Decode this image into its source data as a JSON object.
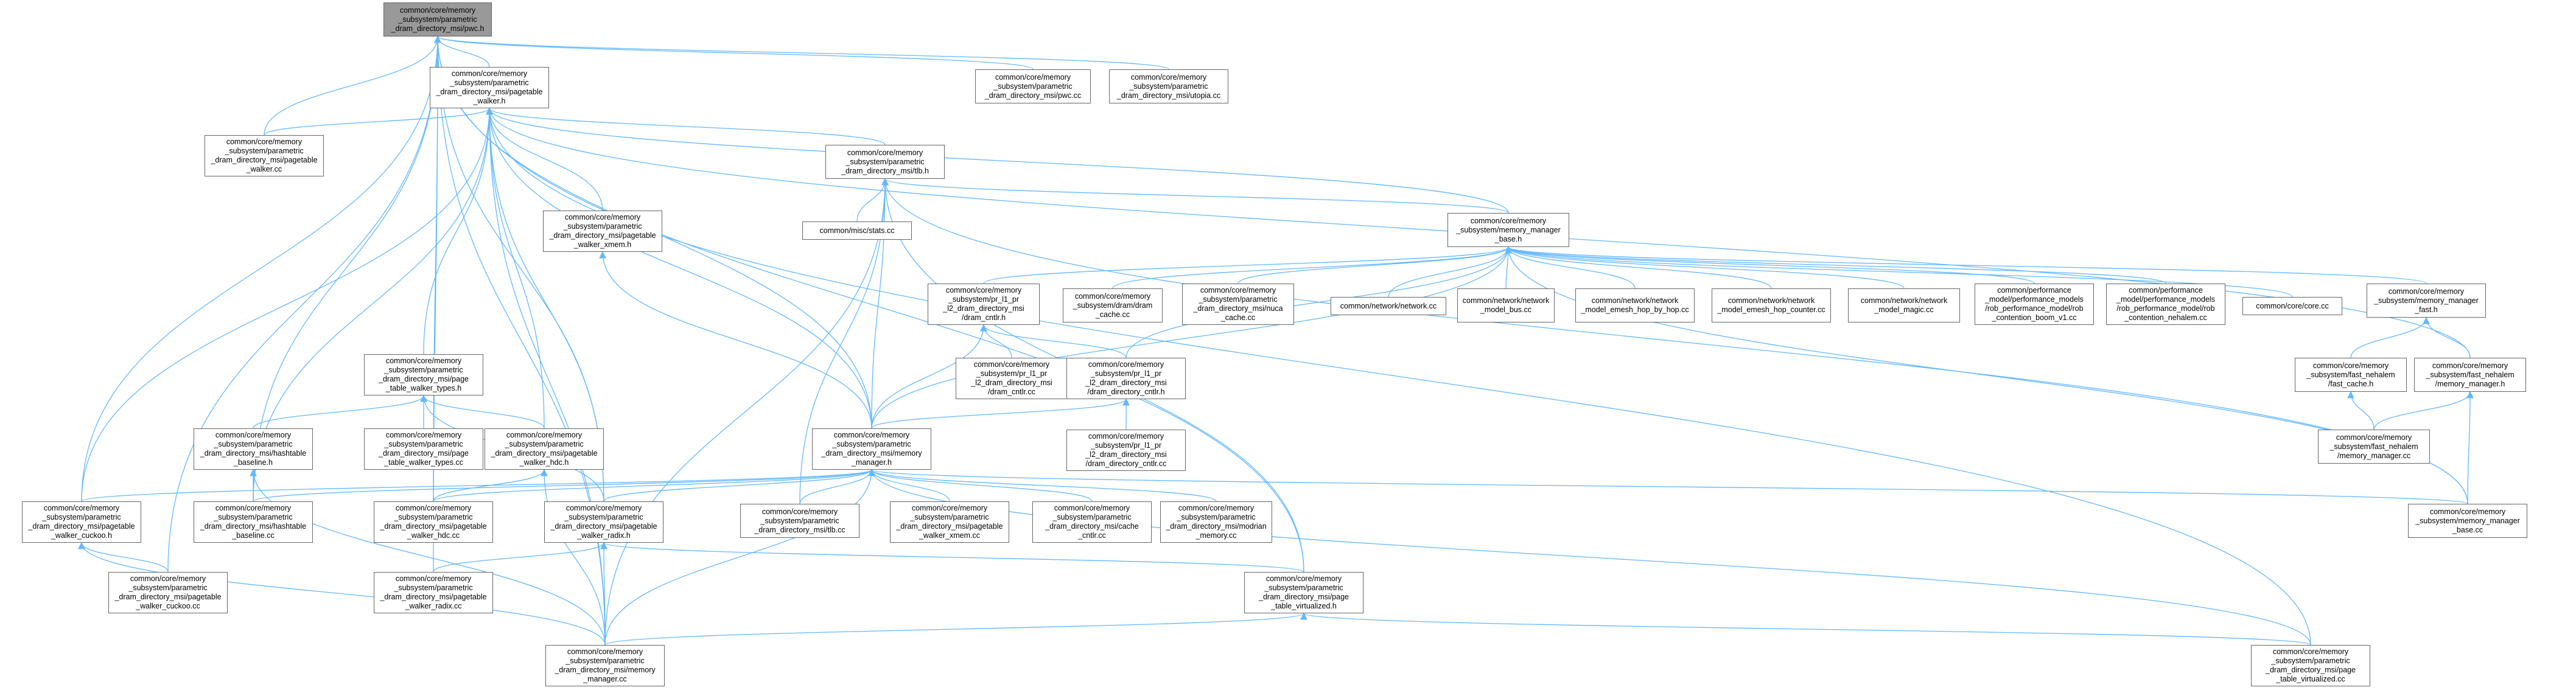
{
  "theme": {
    "edge_color": "#63b8ff",
    "root_fill": "#999999",
    "node_border": "#666666"
  },
  "nodes": [
    {
      "id": "pwc_h",
      "label": "common/core/memory\n_subsystem/parametric\n_dram_directory_msi/pwc.h",
      "root": true
    },
    {
      "id": "pagetable_walker_h",
      "label": "common/core/memory\n_subsystem/parametric\n_dram_directory_msi/pagetable\n_walker.h"
    },
    {
      "id": "pwc_cc",
      "label": "common/core/memory\n_subsystem/parametric\n_dram_directory_msi/pwc.cc"
    },
    {
      "id": "utopia_cc",
      "label": "common/core/memory\n_subsystem/parametric\n_dram_directory_msi/utopia.cc"
    },
    {
      "id": "pagetable_walker_cc",
      "label": "common/core/memory\n_subsystem/parametric\n_dram_directory_msi/pagetable\n_walker.cc"
    },
    {
      "id": "tlb_h",
      "label": "common/core/memory\n_subsystem/parametric\n_dram_directory_msi/tlb.h"
    },
    {
      "id": "stats_cc",
      "label": "common/misc/stats.cc"
    },
    {
      "id": "pagetable_walker_xmem_h",
      "label": "common/core/memory\n_subsystem/parametric\n_dram_directory_msi/pagetable\n_walker_xmem.h"
    },
    {
      "id": "memory_manager_base_h",
      "label": "common/core/memory\n_subsystem/memory_manager\n_base.h"
    },
    {
      "id": "pr_l1_dram_cntlr_h",
      "label": "common/core/memory\n_subsystem/pr_l1_pr\n_l2_dram_directory_msi\n/dram_cntlr.h"
    },
    {
      "id": "dram_cache_cc",
      "label": "common/core/memory\n_subsystem/dram/dram\n_cache.cc"
    },
    {
      "id": "nuca_cache_cc",
      "label": "common/core/memory\n_subsystem/parametric\n_dram_directory_msi/nuca\n_cache.cc"
    },
    {
      "id": "network_cc",
      "label": "common/network/network.cc"
    },
    {
      "id": "network_model_bus_cc",
      "label": "common/network/network\n_model_bus.cc"
    },
    {
      "id": "network_model_emesh_hop_by_hop_cc",
      "label": "common/network/network\n_model_emesh_hop_by_hop.cc"
    },
    {
      "id": "network_model_emesh_hop_counter_cc",
      "label": "common/network/network\n_model_emesh_hop_counter.cc"
    },
    {
      "id": "network_model_magic_cc",
      "label": "common/network/network\n_model_magic.cc"
    },
    {
      "id": "rob_contention_boom_v1_cc",
      "label": "common/performance\n_model/performance_models\n/rob_performance_model/rob\n_contention_boom_v1.cc"
    },
    {
      "id": "rob_contention_nehalem_cc",
      "label": "common/performance\n_model/performance_models\n/rob_performance_model/rob\n_contention_nehalem.cc"
    },
    {
      "id": "core_cc",
      "label": "common/core/core.cc"
    },
    {
      "id": "memory_manager_fast_h",
      "label": "common/core/memory\n_subsystem/memory_manager\n_fast.h"
    },
    {
      "id": "pr_l1_dram_cntlr_cc",
      "label": "common/core/memory\n_subsystem/pr_l1_pr\n_l2_dram_directory_msi\n/dram_cntlr.cc"
    },
    {
      "id": "dram_directory_cntlr_h",
      "label": "common/core/memory\n_subsystem/pr_l1_pr\n_l2_dram_directory_msi\n/dram_directory_cntlr.h"
    },
    {
      "id": "dram_directory_cntlr_cc",
      "label": "common/core/memory\n_subsystem/pr_l1_pr\n_l2_dram_directory_msi\n/dram_directory_cntlr.cc"
    },
    {
      "id": "fast_cache_h",
      "label": "common/core/memory\n_subsystem/fast_nehalem\n/fast_cache.h"
    },
    {
      "id": "fast_memory_manager_h",
      "label": "common/core/memory\n_subsystem/fast_nehalem\n/memory_manager.h"
    },
    {
      "id": "fast_memory_manager_cc",
      "label": "common/core/memory\n_subsystem/fast_nehalem\n/memory_manager.cc"
    },
    {
      "id": "memory_manager_base_cc",
      "label": "common/core/memory\n_subsystem/memory_manager\n_base.cc"
    },
    {
      "id": "page_table_walker_types_h",
      "label": "common/core/memory\n_subsystem/parametric\n_dram_directory_msi/page\n_table_walker_types.h"
    },
    {
      "id": "hashtable_baseline_h",
      "label": "common/core/memory\n_subsystem/parametric\n_dram_directory_msi/hashtable\n_baseline.h"
    },
    {
      "id": "page_table_walker_types_cc",
      "label": "common/core/memory\n_subsystem/parametric\n_dram_directory_msi/page\n_table_walker_types.cc"
    },
    {
      "id": "pagetable_walker_hdc_h",
      "label": "common/core/memory\n_subsystem/parametric\n_dram_directory_msi/pagetable\n_walker_hdc.h"
    },
    {
      "id": "pmsi_memory_manager_h",
      "label": "common/core/memory\n_subsystem/parametric\n_dram_directory_msi/memory\n_manager.h"
    },
    {
      "id": "pagetable_walker_cuckoo_h",
      "label": "common/core/memory\n_subsystem/parametric\n_dram_directory_msi/pagetable\n_walker_cuckoo.h"
    },
    {
      "id": "hashtable_baseline_cc",
      "label": "common/core/memory\n_subsystem/parametric\n_dram_directory_msi/hashtable\n_baseline.cc"
    },
    {
      "id": "pagetable_walker_hdc_cc",
      "label": "common/core/memory\n_subsystem/parametric\n_dram_directory_msi/pagetable\n_walker_hdc.cc"
    },
    {
      "id": "pagetable_walker_radix_h",
      "label": "common/core/memory\n_subsystem/parametric\n_dram_directory_msi/pagetable\n_walker_radix.h"
    },
    {
      "id": "tlb_cc",
      "label": "common/core/memory\n_subsystem/parametric\n_dram_directory_msi/tlb.cc"
    },
    {
      "id": "pagetable_walker_xmem_cc",
      "label": "common/core/memory\n_subsystem/parametric\n_dram_directory_msi/pagetable\n_walker_xmem.cc"
    },
    {
      "id": "cache_cntlr_cc",
      "label": "common/core/memory\n_subsystem/parametric\n_dram_directory_msi/cache\n_cntlr.cc"
    },
    {
      "id": "modrian_memory_cc",
      "label": "common/core/memory\n_subsystem/parametric\n_dram_directory_msi/modrian\n_memory.cc"
    },
    {
      "id": "pagetable_walker_cuckoo_cc",
      "label": "common/core/memory\n_subsystem/parametric\n_dram_directory_msi/pagetable\n_walker_cuckoo.cc"
    },
    {
      "id": "pagetable_walker_radix_cc",
      "label": "common/core/memory\n_subsystem/parametric\n_dram_directory_msi/pagetable\n_walker_radix.cc"
    },
    {
      "id": "page_table_virtualized_h",
      "label": "common/core/memory\n_subsystem/parametric\n_dram_directory_msi/page\n_table_virtualized.h"
    },
    {
      "id": "pmsi_memory_manager_cc",
      "label": "common/core/memory\n_subsystem/parametric\n_dram_directory_msi/memory\n_manager.cc"
    },
    {
      "id": "page_table_virtualized_cc",
      "label": "common/core/memory\n_subsystem/parametric\n_dram_directory_msi/page\n_table_virtualized.cc"
    }
  ],
  "edges": [
    [
      "pagetable_walker_h",
      "pwc_h"
    ],
    [
      "pwc_cc",
      "pwc_h"
    ],
    [
      "utopia_cc",
      "pwc_h"
    ],
    [
      "pagetable_walker_cc",
      "pwc_h"
    ],
    [
      "pmsi_memory_manager_h",
      "pwc_h"
    ],
    [
      "pagetable_walker_cuckoo_h",
      "pwc_h"
    ],
    [
      "hashtable_baseline_cc",
      "pwc_h"
    ],
    [
      "pagetable_walker_hdc_cc",
      "pwc_h"
    ],
    [
      "pagetable_walker_radix_h",
      "pwc_h"
    ],
    [
      "pmsi_memory_manager_cc",
      "pwc_h"
    ],
    [
      "pagetable_walker_cuckoo_cc",
      "pwc_h"
    ],
    [
      "pagetable_walker_radix_cc",
      "pwc_h"
    ],
    [
      "page_table_virtualized_h",
      "pwc_h"
    ],
    [
      "pagetable_walker_cc",
      "pagetable_walker_h"
    ],
    [
      "tlb_h",
      "pagetable_walker_h"
    ],
    [
      "pagetable_walker_xmem_h",
      "pagetable_walker_h"
    ],
    [
      "memory_manager_base_h",
      "pagetable_walker_h"
    ],
    [
      "page_table_walker_types_h",
      "pagetable_walker_h"
    ],
    [
      "pagetable_walker_hdc_h",
      "pagetable_walker_h"
    ],
    [
      "pmsi_memory_manager_h",
      "pagetable_walker_h"
    ],
    [
      "pagetable_walker_cuckoo_h",
      "pagetable_walker_h"
    ],
    [
      "hashtable_baseline_cc",
      "pagetable_walker_h"
    ],
    [
      "pagetable_walker_radix_h",
      "pagetable_walker_h"
    ],
    [
      "pmsi_memory_manager_cc",
      "pagetable_walker_h"
    ],
    [
      "fast_memory_manager_h",
      "pagetable_walker_h"
    ],
    [
      "page_table_virtualized_cc",
      "pagetable_walker_h"
    ],
    [
      "stats_cc",
      "tlb_h"
    ],
    [
      "memory_manager_base_h",
      "tlb_h"
    ],
    [
      "pmsi_memory_manager_h",
      "tlb_h"
    ],
    [
      "tlb_cc",
      "tlb_h"
    ],
    [
      "pmsi_memory_manager_cc",
      "tlb_h"
    ],
    [
      "page_table_virtualized_h",
      "tlb_h"
    ],
    [
      "memory_manager_base_cc",
      "tlb_h"
    ],
    [
      "pmsi_memory_manager_h",
      "pagetable_walker_xmem_h"
    ],
    [
      "pr_l1_dram_cntlr_h",
      "memory_manager_base_h"
    ],
    [
      "dram_cache_cc",
      "memory_manager_base_h"
    ],
    [
      "nuca_cache_cc",
      "memory_manager_base_h"
    ],
    [
      "network_cc",
      "memory_manager_base_h"
    ],
    [
      "network_model_bus_cc",
      "memory_manager_base_h"
    ],
    [
      "network_model_emesh_hop_by_hop_cc",
      "memory_manager_base_h"
    ],
    [
      "network_model_emesh_hop_counter_cc",
      "memory_manager_base_h"
    ],
    [
      "network_model_magic_cc",
      "memory_manager_base_h"
    ],
    [
      "rob_contention_boom_v1_cc",
      "memory_manager_base_h"
    ],
    [
      "rob_contention_nehalem_cc",
      "memory_manager_base_h"
    ],
    [
      "core_cc",
      "memory_manager_base_h"
    ],
    [
      "memory_manager_fast_h",
      "memory_manager_base_h"
    ],
    [
      "dram_directory_cntlr_h",
      "memory_manager_base_h"
    ],
    [
      "pmsi_memory_manager_h",
      "memory_manager_base_h"
    ],
    [
      "memory_manager_base_cc",
      "memory_manager_base_h"
    ],
    [
      "pr_l1_dram_cntlr_cc",
      "pr_l1_dram_cntlr_h"
    ],
    [
      "dram_directory_cntlr_h",
      "pr_l1_dram_cntlr_h"
    ],
    [
      "pmsi_memory_manager_h",
      "pr_l1_dram_cntlr_h"
    ],
    [
      "dram_directory_cntlr_cc",
      "dram_directory_cntlr_h"
    ],
    [
      "pmsi_memory_manager_h",
      "dram_directory_cntlr_h"
    ],
    [
      "fast_cache_h",
      "memory_manager_fast_h"
    ],
    [
      "fast_memory_manager_h",
      "memory_manager_fast_h"
    ],
    [
      "fast_memory_manager_cc",
      "fast_cache_h"
    ],
    [
      "fast_memory_manager_cc",
      "fast_memory_manager_h"
    ],
    [
      "memory_manager_base_cc",
      "fast_memory_manager_h"
    ],
    [
      "hashtable_baseline_h",
      "page_table_walker_types_h"
    ],
    [
      "page_table_walker_types_cc",
      "page_table_walker_types_h"
    ],
    [
      "pagetable_walker_hdc_h",
      "page_table_walker_types_h"
    ],
    [
      "pagetable_walker_radix_h",
      "page_table_walker_types_h"
    ],
    [
      "hashtable_baseline_cc",
      "hashtable_baseline_h"
    ],
    [
      "pmsi_memory_manager_cc",
      "hashtable_baseline_h"
    ],
    [
      "pagetable_walker_hdc_cc",
      "pagetable_walker_hdc_h"
    ],
    [
      "pmsi_memory_manager_cc",
      "pagetable_walker_hdc_h"
    ],
    [
      "pagetable_walker_cuckoo_h",
      "pmsi_memory_manager_h"
    ],
    [
      "hashtable_baseline_cc",
      "pmsi_memory_manager_h"
    ],
    [
      "pagetable_walker_hdc_cc",
      "pmsi_memory_manager_h"
    ],
    [
      "pagetable_walker_radix_h",
      "pmsi_memory_manager_h"
    ],
    [
      "tlb_cc",
      "pmsi_memory_manager_h"
    ],
    [
      "pagetable_walker_xmem_cc",
      "pmsi_memory_manager_h"
    ],
    [
      "cache_cntlr_cc",
      "pmsi_memory_manager_h"
    ],
    [
      "modrian_memory_cc",
      "pmsi_memory_manager_h"
    ],
    [
      "pmsi_memory_manager_cc",
      "pmsi_memory_manager_h"
    ],
    [
      "memory_manager_base_cc",
      "pmsi_memory_manager_h"
    ],
    [
      "page_table_virtualized_cc",
      "pmsi_memory_manager_h"
    ],
    [
      "pagetable_walker_cuckoo_cc",
      "pagetable_walker_cuckoo_h"
    ],
    [
      "pmsi_memory_manager_cc",
      "pagetable_walker_cuckoo_h"
    ],
    [
      "pagetable_walker_radix_cc",
      "pagetable_walker_radix_h"
    ],
    [
      "pmsi_memory_manager_cc",
      "pagetable_walker_radix_h"
    ],
    [
      "page_table_virtualized_h",
      "pagetable_walker_radix_h"
    ],
    [
      "pmsi_memory_manager_cc",
      "page_table_virtualized_h"
    ],
    [
      "page_table_virtualized_cc",
      "page_table_virtualized_h"
    ]
  ]
}
